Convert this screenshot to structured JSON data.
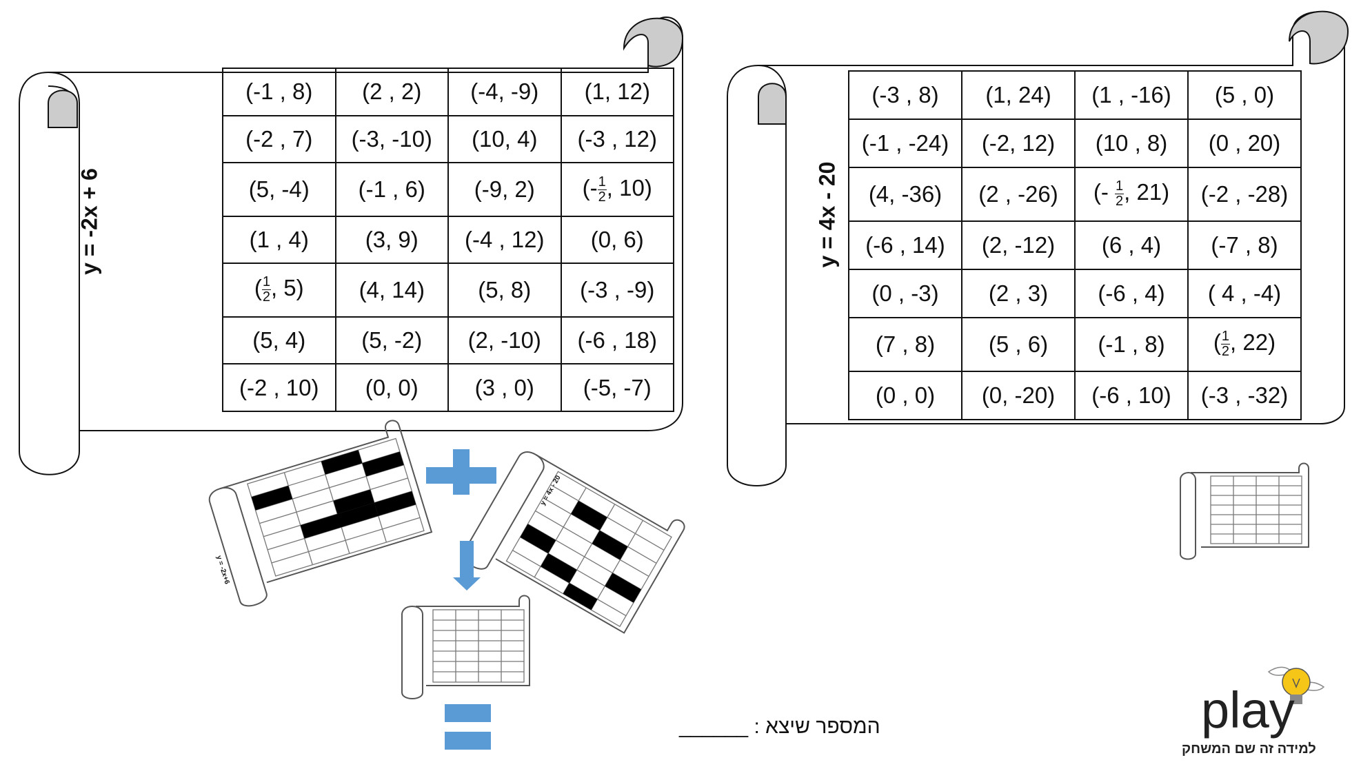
{
  "left_scroll": {
    "equation": "y = -2x + 6",
    "rows": [
      [
        "(-1 , 8)",
        "(2 , 2)",
        "(-4, -9)",
        "(1, 12)"
      ],
      [
        "(-2 , 7)",
        "(-3, -10)",
        "(10, 4)",
        "(-3 , 12)"
      ],
      [
        "(5, -4)",
        "(-1 , 6)",
        "(-9, 2)",
        "frac:-|1|2|, 10)"
      ],
      [
        "(1 , 4)",
        "(3, 9)",
        "(-4 , 12)",
        "(0, 6)"
      ],
      [
        "frac:|1|2|, 5)",
        "(4, 14)",
        "(5, 8)",
        "(-3 , -9)"
      ],
      [
        "(5, 4)",
        "(5, -2)",
        "(2, -10)",
        "(-6 , 18)"
      ],
      [
        "(-2 , 10)",
        "(0, 0)",
        "(3 , 0)",
        "(-5, -7)"
      ]
    ]
  },
  "right_scroll": {
    "equation": "y = 4x - 20",
    "rows": [
      [
        "(-3 , 8)",
        "(1, 24)",
        "(1 , -16)",
        "(5 , 0)"
      ],
      [
        "(-1 , -24)",
        "(-2, 12)",
        "(10 , 8)",
        "(0 , 20)"
      ],
      [
        "(4, -36)",
        "(2 , -26)",
        "frac:- |1|2|, 21)",
        "(-2 , -28)"
      ],
      [
        "(-6 , 14)",
        "(2, -12)",
        "(6 , 4)",
        "(-7 , 8)"
      ],
      [
        "(0 , -3)",
        "(2 , 3)",
        "(-6 , 4)",
        "( 4 , -4)"
      ],
      [
        "(7 , 8)",
        "(5 , 6)",
        "(-1 , 8)",
        "frac:|1|2|, 22)"
      ],
      [
        "(0 , 0)",
        "(0, -20)",
        "(-6 , 10)",
        "(-3 , -32)"
      ]
    ]
  },
  "illustration": {
    "mini_left_label": "y = -2x+6",
    "mini_right_label": "y = 4x - 20"
  },
  "answer_label": "המספר שיצא : ______",
  "logo": {
    "word": "play",
    "tagline": "למידה זה שם המשחק"
  },
  "colors": {
    "accent_blue": "#5b9bd5",
    "line": "#111111",
    "scroll_shade": "#cccccc",
    "logo_bulb": "#f5c518"
  }
}
